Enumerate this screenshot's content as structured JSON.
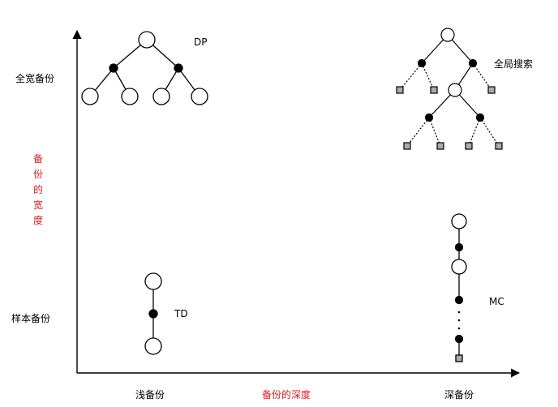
{
  "axes": {
    "x_title": "备份的深度",
    "y_title": "备份的宽度",
    "x_ticks": [
      "浅备份",
      "深备份"
    ],
    "y_ticks": [
      "全宽备份",
      "样本备份"
    ]
  },
  "methods": {
    "dp": "DP",
    "global_search": "全局搜索",
    "td": "TD",
    "mc": "MC"
  },
  "colors": {
    "line": "#000000",
    "state_fill": "#ffffff",
    "action_fill": "#000000",
    "terminal_fill": "#aaaaaa",
    "axis_title": "#e0191f"
  }
}
